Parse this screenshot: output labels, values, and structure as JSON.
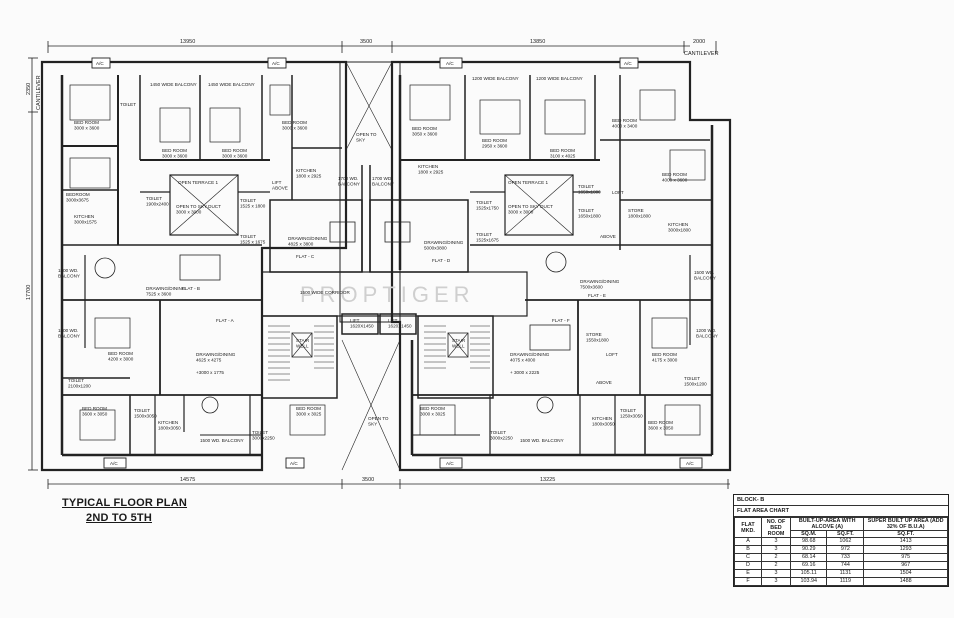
{
  "title": {
    "line1": "TYPICAL FLOOR PLAN",
    "line2": "2ND TO 5TH"
  },
  "watermark": "PROPTIGER",
  "dimensions": {
    "top": [
      "13950",
      "3500",
      "13850",
      "2000"
    ],
    "cantilever_top": "CANTILEVER",
    "cantilever_left": "CANTILEVER",
    "left_top": "2350",
    "left_overall": "17700",
    "bottom": [
      "14575",
      "3500",
      "13225"
    ]
  },
  "rooms": [
    {
      "t1": "1450 WIDE BALCONY",
      "t2": ""
    },
    {
      "t1": "1450 WIDE BALCONY",
      "t2": ""
    },
    {
      "t1": "1200 WIDE BALCONY",
      "t2": ""
    },
    {
      "t1": "1200 WIDE BALCONY",
      "t2": ""
    },
    {
      "t1": "BED ROOM",
      "t2": "3000 x 3600"
    },
    {
      "t1": "TOILET",
      "t2": ""
    },
    {
      "t1": "BED ROOM",
      "t2": "3000 x 3600"
    },
    {
      "t1": "BED ROOM",
      "t2": "3000 x 3600"
    },
    {
      "t1": "BED ROOM",
      "t2": "3000 x 3600"
    },
    {
      "t1": "BED ROOM",
      "t2": "3050 x 3600"
    },
    {
      "t1": "BED ROOM",
      "t2": "2950 x 3600"
    },
    {
      "t1": "BED ROOM",
      "t2": "3100 x 4025"
    },
    {
      "t1": "BED ROOM",
      "t2": "4000 x 3400"
    },
    {
      "t1": "OPEN TO",
      "t2": "SKY"
    },
    {
      "t1": "BEDROOM",
      "t2": "3000x3675"
    },
    {
      "t1": "KITCHEN",
      "t2": "3000x1575"
    },
    {
      "t1": "TOILET",
      "t2": "1900x2400"
    },
    {
      "t1": "OPEN TERRACE 1",
      "t2": ""
    },
    {
      "t1": "OPEN TO SKY DUCT",
      "t2": "3000 x 3000"
    },
    {
      "t1": "TOILET",
      "t2": "1525 x 1800"
    },
    {
      "t1": "TOILET",
      "t2": "1525 x 1675"
    },
    {
      "t1": "LIFT",
      "t2": "ABOVE"
    },
    {
      "t1": "KITCHEN",
      "t2": "1800 x 2925"
    },
    {
      "t1": "1700 WD.",
      "t2": "BALCONY"
    },
    {
      "t1": "1700 WD.",
      "t2": "BALCONY"
    },
    {
      "t1": "KITCHEN",
      "t2": "1800 x 2925"
    },
    {
      "t1": "TOILET",
      "t2": "1525x1750"
    },
    {
      "t1": "TOILET",
      "t2": "1525x1675"
    },
    {
      "t1": "OPEN TERRACE 1",
      "t2": ""
    },
    {
      "t1": "OPEN TO SKY DUCT",
      "t2": "3000 x 3000"
    },
    {
      "t1": "TOILET",
      "t2": "1650x1800"
    },
    {
      "t1": "TOILET",
      "t2": "1650x1800"
    },
    {
      "t1": "LOFT",
      "t2": ""
    },
    {
      "t1": "BED ROOM",
      "t2": "4000 x 3600"
    },
    {
      "t1": "STORE",
      "t2": "1800x1800"
    },
    {
      "t1": "KITCHEN",
      "t2": "3000x1800"
    },
    {
      "t1": "ABOVE",
      "t2": ""
    },
    {
      "t1": "DRAWING/DINING",
      "t2": "4825 x 3800"
    },
    {
      "t1": "FLAT - C",
      "t2": ""
    },
    {
      "t1": "DRAWING/DINING",
      "t2": "5000x3800"
    },
    {
      "t1": "FLAT - D",
      "t2": ""
    },
    {
      "t1": "1500 WD.",
      "t2": "BALCONY"
    },
    {
      "t1": "DRAWING/DINING",
      "t2": "7525 x 3600"
    },
    {
      "t1": "FLAT - B",
      "t2": ""
    },
    {
      "t1": "DRAWING/DINING",
      "t2": "7500x3600"
    },
    {
      "t1": "FLAT - E",
      "t2": ""
    },
    {
      "t1": "1500 WD.",
      "t2": "BALCONY"
    },
    {
      "t1": "1500 WIDE CORRIDOR",
      "t2": ""
    },
    {
      "t1": "1500 WD.",
      "t2": "BALCONY"
    },
    {
      "t1": "FLAT - A",
      "t2": ""
    },
    {
      "t1": "LIFT",
      "t2": "1620X1450"
    },
    {
      "t1": "LIFT",
      "t2": "1620X1450"
    },
    {
      "t1": "FLAT - F",
      "t2": ""
    },
    {
      "t1": "1200 WD.",
      "t2": "BALCONY"
    },
    {
      "t1": "BED ROOM",
      "t2": "4200 x 3000"
    },
    {
      "t1": "DRAWING/DINING",
      "t2": "4625 x 4275"
    },
    {
      "t1": "+3000 x 1775",
      "t2": ""
    },
    {
      "t1": "STAIR",
      "t2": "WELL"
    },
    {
      "t1": "STAIR",
      "t2": "WELL"
    },
    {
      "t1": "DRAWING/DINING",
      "t2": "4075 x 4000"
    },
    {
      "t1": "+ 3000 x 2225",
      "t2": ""
    },
    {
      "t1": "STORE",
      "t2": "1550x1800"
    },
    {
      "t1": "LOFT",
      "t2": ""
    },
    {
      "t1": "BED ROOM",
      "t2": "4175 x 3000"
    },
    {
      "t1": "TOILET",
      "t2": "2100x1200"
    },
    {
      "t1": "TOILET",
      "t2": "1500x1200"
    },
    {
      "t1": "ABOVE",
      "t2": ""
    },
    {
      "t1": "BED ROOM",
      "t2": "3600 x 3050"
    },
    {
      "t1": "TOILET",
      "t2": "1500x3050"
    },
    {
      "t1": "KITCHEN",
      "t2": "1800x3050"
    },
    {
      "t1": "BED ROOM",
      "t2": "3000 x 3025"
    },
    {
      "t1": "TOILET",
      "t2": "3000x2250"
    },
    {
      "t1": "1500 WD. BALCONY",
      "t2": ""
    },
    {
      "t1": "OPEN TO",
      "t2": "SKY"
    },
    {
      "t1": "BED ROOM",
      "t2": "3000 x 3025"
    },
    {
      "t1": "TOILET",
      "t2": "3000x2250"
    },
    {
      "t1": "1500 WD. BALCONY",
      "t2": ""
    },
    {
      "t1": "KITCHEN",
      "t2": "1800x3050"
    },
    {
      "t1": "TOILET",
      "t2": "1250x3050"
    },
    {
      "t1": "BED ROOM",
      "t2": "3600 x 3050"
    }
  ],
  "ac_labels": [
    "A/C",
    "A/C",
    "A/C",
    "A/C",
    "A/C",
    "A/C",
    "A/C",
    "A/C"
  ],
  "area_chart": {
    "block": "BLOCK- B",
    "subtitle": "FLAT AREA CHART",
    "headers": {
      "flat": "FLAT MKD.",
      "bed": "NO. OF BED ROOM",
      "builtup": "BUILT-UP-AREA WITH ALCOVE (A)",
      "super": "SUPER BUILT UP AREA (ADD 32% OF B.U.A)",
      "sqm": "SQ.M.",
      "sqft": "SQ.FT.",
      "super_sqft": "SQ.FT."
    },
    "rows": [
      {
        "flat": "A",
        "bed": "3",
        "sqm": "98.68",
        "sqft": "1062",
        "super": "1413"
      },
      {
        "flat": "B",
        "bed": "3",
        "sqm": "90.29",
        "sqft": "972",
        "super": "1293"
      },
      {
        "flat": "C",
        "bed": "2",
        "sqm": "68.14",
        "sqft": "733",
        "super": "975"
      },
      {
        "flat": "D",
        "bed": "2",
        "sqm": "69.16",
        "sqft": "744",
        "super": "967"
      },
      {
        "flat": "E",
        "bed": "3",
        "sqm": "105.11",
        "sqft": "1131",
        "super": "1504"
      },
      {
        "flat": "F",
        "bed": "3",
        "sqm": "103.94",
        "sqft": "1119",
        "super": "1488"
      }
    ]
  }
}
